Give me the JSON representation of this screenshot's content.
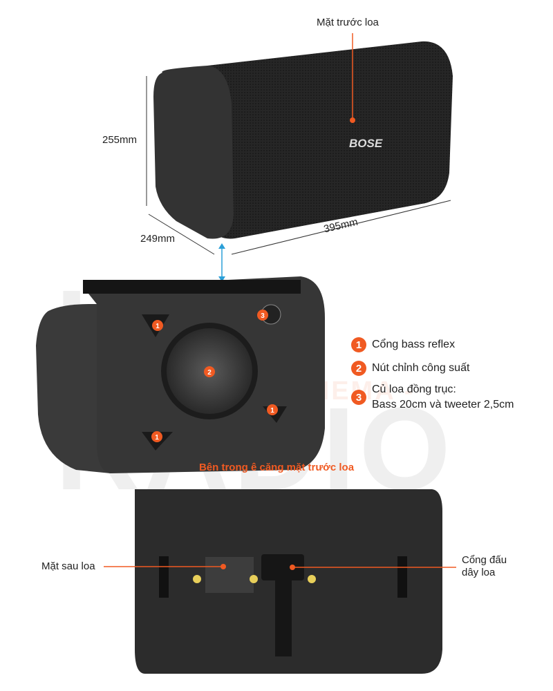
{
  "watermark": {
    "main": "HP RADIO",
    "sub": "AUDIO - HOME CINEMA - KARAOKE"
  },
  "top_view": {
    "front_label": "Mặt trước loa",
    "brand": "BOSE",
    "height_dim": "255mm",
    "depth_dim": "249mm",
    "width_dim": "395mm"
  },
  "inside_view": {
    "markers": [
      "1",
      "2",
      "3",
      "1",
      "1"
    ],
    "legend": [
      {
        "num": "1",
        "text": "Cổng bass reflex"
      },
      {
        "num": "2",
        "text": "Nút chỉnh công suất"
      },
      {
        "num": "3",
        "text": "Củ loa đồng trục:",
        "text2": "Bass 20cm và tweeter 2,5cm"
      }
    ],
    "caption": "Bên trong ê căng mặt trước loa"
  },
  "back_view": {
    "back_label": "Mặt sau loa",
    "connector_label_line1": "Cổng đấu",
    "connector_label_line2": "dây loa"
  },
  "colors": {
    "accent": "#f05a22",
    "arrow": "#2a9fd8",
    "speaker": "#2b2b2b"
  }
}
